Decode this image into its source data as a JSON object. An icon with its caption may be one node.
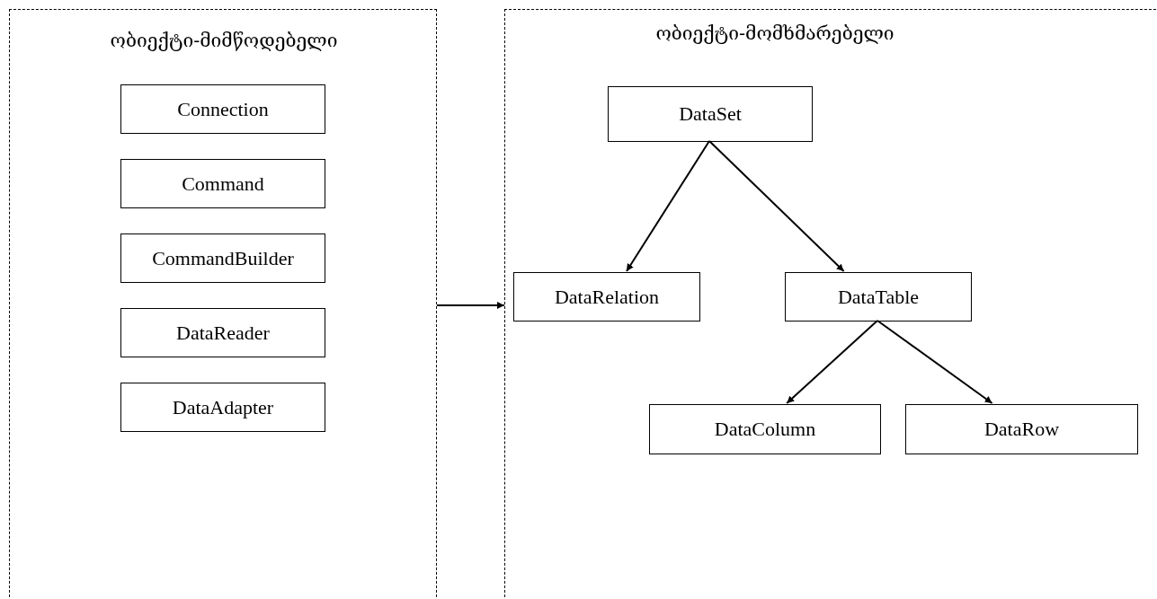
{
  "diagram": {
    "nodes": [
      {
        "text": [
          "ობიექტი-მიმწოდებელი"
        ]
      },
      {
        "text": [
          "Connection"
        ],
        "in": 0
      },
      {
        "text": [
          "Command"
        ],
        "in": 0
      },
      {
        "text": [
          "CommandBuilder"
        ],
        "in": 0
      },
      {
        "text": [
          "DataReader"
        ],
        "in": 0
      },
      {
        "text": [
          "DataAdapter"
        ],
        "in": 0
      },
      {
        "text": [
          "ობიექტი-მომხმარებელი"
        ]
      },
      {
        "text": [
          "DataSet"
        ],
        "in": 6
      },
      {
        "text": [
          "DataRelation"
        ],
        "in": 6
      },
      {
        "text": [
          "DataTable"
        ],
        "in": 6
      },
      {
        "text": [
          "DataColumn"
        ],
        "in": 6
      },
      {
        "text": [
          "DataRow"
        ],
        "in": 6
      }
    ],
    "edges": [
      {
        "from": 0,
        "to": 6,
        "arrow": "to"
      },
      {
        "from": 7,
        "to": 8,
        "arrow": "to"
      },
      {
        "from": 7,
        "to": 9,
        "arrow": "to"
      },
      {
        "from": 9,
        "to": 10,
        "arrow": "to"
      },
      {
        "from": 9,
        "to": 11,
        "arrow": "to"
      }
    ]
  }
}
